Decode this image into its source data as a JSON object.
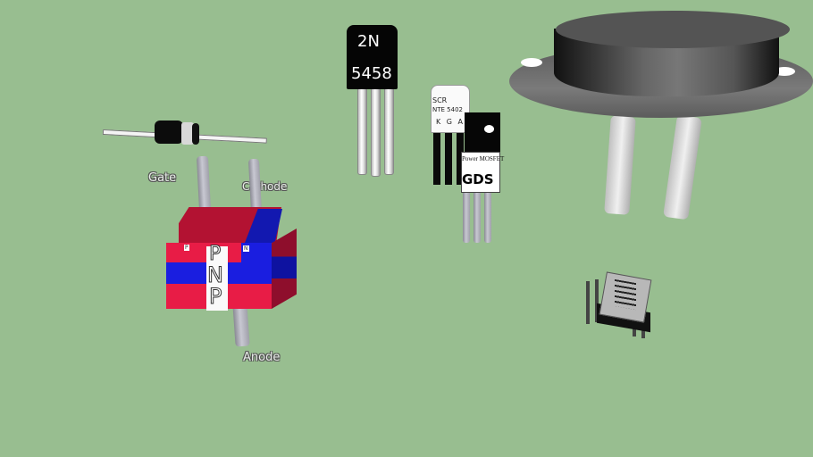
{
  "scene": {
    "background_color": "#98be90",
    "description": "3D rendered electronic components on green background"
  },
  "thyristor_model": {
    "labels": {
      "gate": "Gate",
      "cathode": "Cathode",
      "anode": "Anode"
    },
    "layers": {
      "top": "P",
      "middle": "N",
      "bottom": "P",
      "small_left": "P",
      "small_right": "N"
    },
    "colors": {
      "p_region": "#e0173f",
      "n_region": "#1a20d8"
    }
  },
  "transistor_to92": {
    "line1": "2N",
    "line2": "5458"
  },
  "scr_to92": {
    "line1": "SCR",
    "line2": "NTE 5402",
    "pins": "K G A"
  },
  "mosfet_to220": {
    "line1": "Power MOSFET",
    "pins": "GDS"
  },
  "to3_package": {
    "description": "metal can transistor with two pins"
  },
  "dip8_ic": {
    "description": "8-pin DIP integrated circuit"
  },
  "diode": {
    "description": "axial lead diode with cathode band"
  }
}
